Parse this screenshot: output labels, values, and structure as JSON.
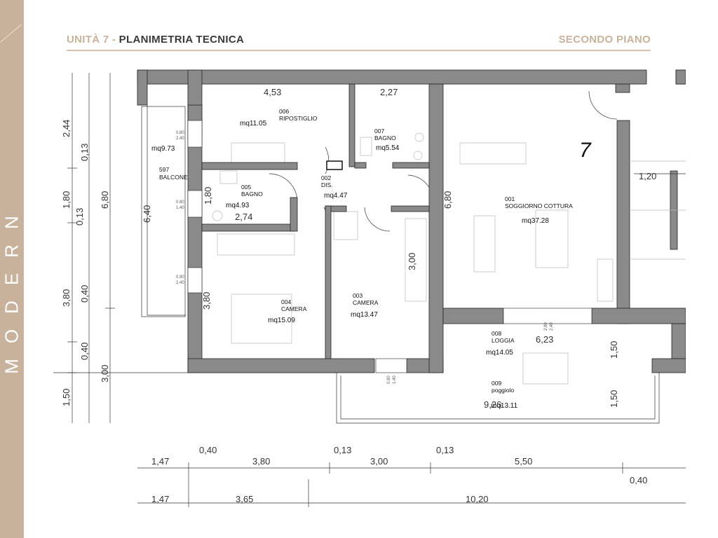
{
  "sidebar": {
    "brand": "MODERN"
  },
  "header": {
    "unit": "UNITÀ 7",
    "separator": " - ",
    "title": "PLANIMETRIA TECNICA",
    "floor": "SECONDO PIANO"
  },
  "plan": {
    "unit_number": "7",
    "rooms": [
      {
        "code": "001",
        "name": "SOGGIORNO COTTURA",
        "area": "mq37.28"
      },
      {
        "code": "002",
        "name": "DIS.",
        "area": "mq4.47"
      },
      {
        "code": "003",
        "name": "CAMERA",
        "area": "mq13.47"
      },
      {
        "code": "004",
        "name": "CAMERA",
        "area": "mq15.09"
      },
      {
        "code": "005",
        "name": "BAGNO",
        "area": "mq4.93"
      },
      {
        "code": "006",
        "name": "RIPOSTIGLIO",
        "area": "mq11.05"
      },
      {
        "code": "007",
        "name": "BAGNO",
        "area": "mq5.54"
      },
      {
        "code": "008",
        "name": "LOGGIA",
        "area": "mq14.05"
      },
      {
        "code": "009",
        "name": "poggiolo",
        "area": "mq13.11"
      },
      {
        "code": "597",
        "name": "BALCONE",
        "area": "mq9.73"
      }
    ],
    "dims_interior": [
      "4,53",
      "2,27",
      "6,40",
      "1,80",
      "2,74",
      "3,80",
      "3,00",
      "6,80",
      "1,20",
      "6,23",
      "1,50",
      "1,50",
      "9,26"
    ],
    "dims_left_col1": [
      "2,44",
      "1,80",
      "3,80",
      "1,50"
    ],
    "dims_left_col2": [
      "0,13",
      "0,13",
      "0,40",
      "0,40"
    ],
    "dims_left_col3": [
      "6,80",
      "3,00"
    ],
    "dims_bottom_row1": [
      "1,47",
      "0,40",
      "3,80",
      "0,13",
      "3,00",
      "0,13",
      "5,50",
      "0,40"
    ],
    "dims_bottom_row2": [
      "1,47",
      "3,65",
      "10,20"
    ],
    "window_small": [
      {
        "w": "0.80",
        "h": "2.40"
      },
      {
        "w": "0.80",
        "h": "1.40"
      },
      {
        "w": "0.90",
        "h": "2.40"
      },
      {
        "w": "0.90",
        "h": "1.40"
      },
      {
        "w": "2.80",
        "h": "2.40"
      }
    ]
  }
}
